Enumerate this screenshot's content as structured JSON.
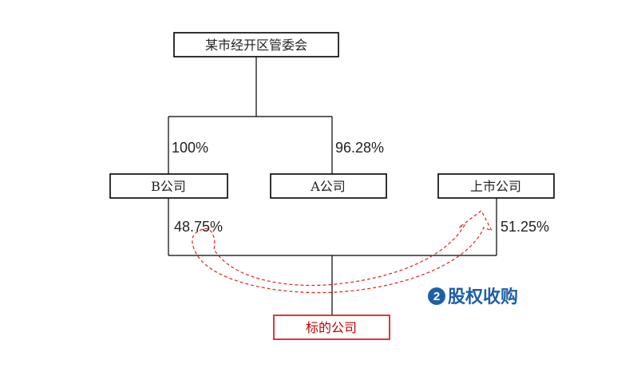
{
  "nodes": {
    "top": "某市经开区管委会",
    "b_company": "B公司",
    "a_company": "A公司",
    "listed_company": "上市公司",
    "target_company": "标的公司"
  },
  "shares": {
    "top_to_b": "100%",
    "top_to_a": "96.28%",
    "b_to_target": "48.75%",
    "listed_to_target": "51.25%"
  },
  "annotation": {
    "number": "2",
    "text": "股权收购"
  },
  "colors": {
    "line": "#000000",
    "target_border": "#e02020",
    "target_text": "#c00000",
    "arrow": "#e02020",
    "annotation": "#1f5fa8"
  }
}
